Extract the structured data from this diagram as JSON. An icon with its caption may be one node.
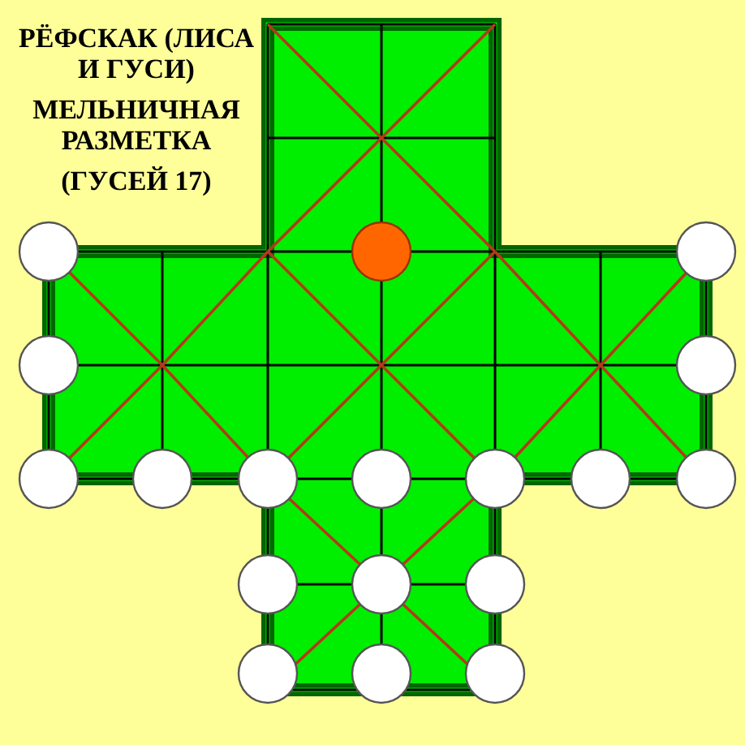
{
  "diagram": {
    "title": "РЁФСКАК (ЛИСА И ГУСИ)",
    "labels": [
      "МЕЛЬНИЧНАЯ РАЗМЕТКА",
      "(ГУСЕЙ 17)"
    ]
  }
}
